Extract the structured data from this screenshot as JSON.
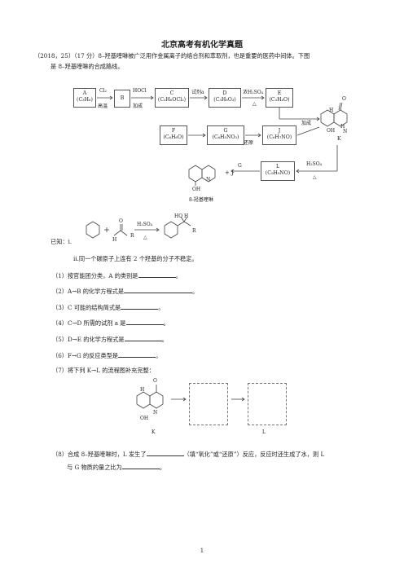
{
  "title": "北京高考有机化学真题",
  "intro": {
    "line1": "（2018，25）（17 分）8–羟基喹啉被广泛用作金属离子的络合剂和萃取剂，也是重要的医药中间体。下图",
    "line2": "是 8–羟基喹啉的合成路线。"
  },
  "scheme": {
    "A": {
      "name": "A",
      "formula": "(C₃H₆)"
    },
    "B": {
      "name": "B"
    },
    "C": {
      "name": "C",
      "formula": "(C₃H₆OCl₂)"
    },
    "D": {
      "name": "D",
      "formula": "(C₃H₈O₃)"
    },
    "E": {
      "name": "E",
      "formula": "(C₃H₄O)"
    },
    "F": {
      "name": "F",
      "formula": "(C₆H₆O)"
    },
    "G": {
      "name": "G",
      "formula": "(C₆H₅NO₃)"
    },
    "J": {
      "name": "J",
      "formula": "(C₆H₇NO)"
    },
    "L": {
      "name": "L",
      "formula": "(C₉H₉NO)"
    },
    "K": "K",
    "cond_cl2": "Cl₂",
    "cond_gaowen": "高温",
    "cond_hocl": "HOCl",
    "cond_jiacheng": "加成",
    "cond_shijia": "试剂a",
    "cond_h2so4_conc": "浓H₂SO₄",
    "cond_delta": "△",
    "cond_huanyuan": "还原",
    "cond_jiacheng2": "加成",
    "cond_h2so4": "H₂SO₄",
    "product_plus": "+ J",
    "product_G": "G",
    "product_name": "8-羟基喹啉",
    "oh": "OH",
    "n": "N",
    "h": "H",
    "o": "O"
  },
  "known": {
    "label": "已知：i.",
    "reagent": "H₂SO₄",
    "delta": "△",
    "r": "R",
    "ho_h": "HO  H",
    "ii": "ii.同一个碳原子上连有 2 个羟基的分子不稳定。"
  },
  "questions": [
    {
      "pre": "（1）按官能团分类，A 的类别是",
      "post": "。"
    },
    {
      "pre": "（2）A→B 的化学方程式是",
      "post": "。"
    },
    {
      "pre": "（3）C 可能的结构简式是",
      "post": "。"
    },
    {
      "pre": "（4）C→D 所需的试剂 a 是",
      "post": "。"
    },
    {
      "pre": "（5）D→E 的化学方程式是",
      "post": "。"
    },
    {
      "pre": "（6）F→G 的反应类型是",
      "post": "。"
    },
    {
      "pre": "（7）将下列 K→L 的流程图补充完整：",
      "post": ""
    }
  ],
  "q7": {
    "k": "K",
    "l": "L"
  },
  "q8": {
    "pre": "（8）合成 8–羟基喹啉时，L 发生了",
    "mid": "（填“氧化”或“还原”）反应，反应时还生成了水，则 L",
    "line2_pre": "与 G 物质的量之比为",
    "post": "。"
  },
  "page_number": "1"
}
